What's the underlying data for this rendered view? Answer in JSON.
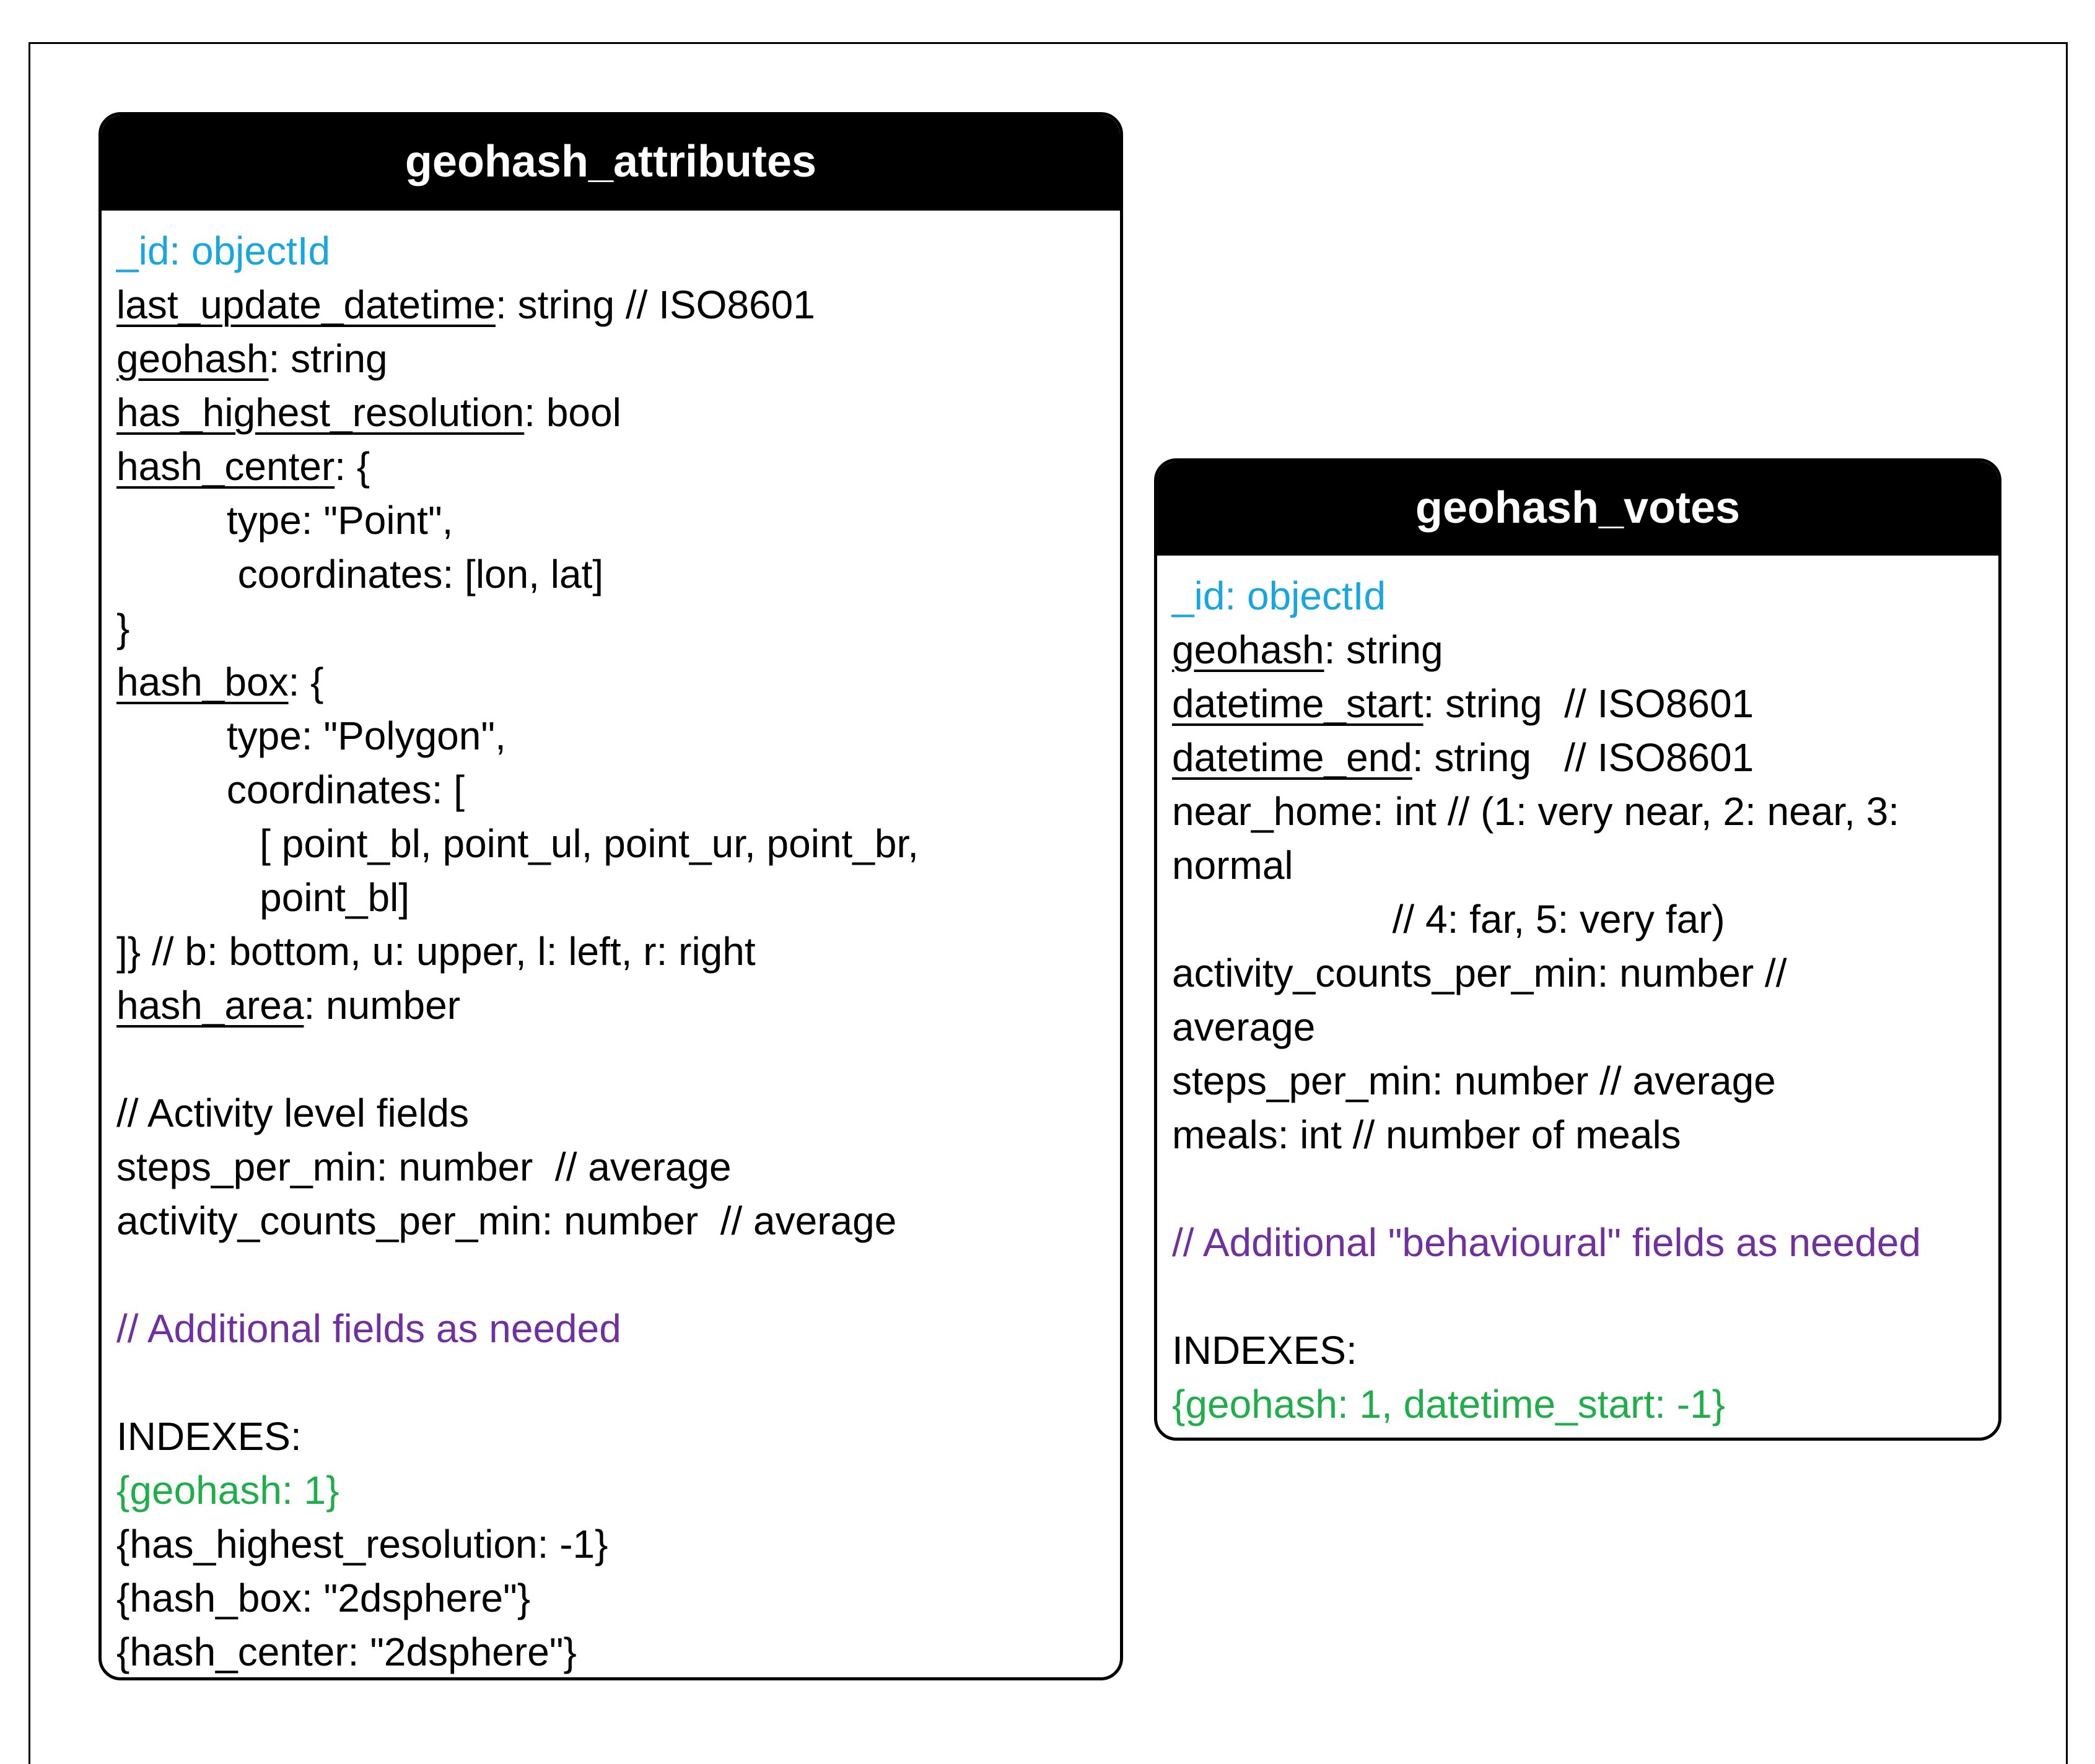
{
  "left_table": {
    "title": "geohash_attributes",
    "lines": [
      {
        "type": "plain",
        "color": "blue",
        "text": "_id: objectId"
      },
      {
        "type": "field",
        "name": "last_update_datetime",
        "rest": ": string // ISO8601"
      },
      {
        "type": "field",
        "name": "geohash",
        "rest": ": string"
      },
      {
        "type": "field",
        "name": "has_highest_resolution",
        "rest": ": bool"
      },
      {
        "type": "field",
        "name": "hash_center",
        "rest": ": {"
      },
      {
        "type": "plain",
        "text": "          type: \"Point\","
      },
      {
        "type": "plain",
        "text": "           coordinates: [lon, lat]"
      },
      {
        "type": "plain",
        "text": "}"
      },
      {
        "type": "field",
        "name": "hash_box",
        "rest": ": {"
      },
      {
        "type": "plain",
        "text": "          type: \"Polygon\","
      },
      {
        "type": "plain",
        "text": "          coordinates: ["
      },
      {
        "type": "plain",
        "text": "             [ point_bl, point_ul, point_ur, point_br,"
      },
      {
        "type": "plain",
        "text": "             point_bl]"
      },
      {
        "type": "plain",
        "text": "]} // b: bottom, u: upper, l: left, r: right"
      },
      {
        "type": "field",
        "name": "hash_area",
        "rest": ": number"
      },
      {
        "type": "blank"
      },
      {
        "type": "plain",
        "text": "// Activity level fields"
      },
      {
        "type": "plain",
        "text": "steps_per_min: number  // average"
      },
      {
        "type": "plain",
        "text": "activity_counts_per_min: number  // average"
      },
      {
        "type": "blank"
      },
      {
        "type": "plain",
        "color": "purple",
        "text": "// Additional fields as needed"
      },
      {
        "type": "blank"
      },
      {
        "type": "plain",
        "text": "INDEXES:"
      },
      {
        "type": "plain",
        "color": "green",
        "text": "{geohash: 1}"
      },
      {
        "type": "plain",
        "text": "{has_highest_resolution: -1}"
      },
      {
        "type": "plain",
        "text": "{hash_box: \"2dsphere\"}"
      },
      {
        "type": "plain",
        "text": "{hash_center: \"2dsphere\"}"
      }
    ]
  },
  "right_table": {
    "title": "geohash_votes",
    "lines": [
      {
        "type": "plain",
        "color": "blue",
        "text": "_id: objectId"
      },
      {
        "type": "field",
        "name": "geohash",
        "rest": ": string"
      },
      {
        "type": "field",
        "name": "datetime_start",
        "rest": ": string  // ISO8601"
      },
      {
        "type": "field",
        "name": "datetime_end",
        "rest": ": string   // ISO8601"
      },
      {
        "type": "plain",
        "text": "near_home: int // (1: very near, 2: near, 3:"
      },
      {
        "type": "plain",
        "text": "normal"
      },
      {
        "type": "plain",
        "text": "                    // 4: far, 5: very far)"
      },
      {
        "type": "plain",
        "text": "activity_counts_per_min: number //"
      },
      {
        "type": "plain",
        "text": "average"
      },
      {
        "type": "plain",
        "text": "steps_per_min: number // average"
      },
      {
        "type": "plain",
        "text": "meals: int // number of meals"
      },
      {
        "type": "blank"
      },
      {
        "type": "plain",
        "color": "purple",
        "text": "// Additional \"behavioural\" fields as needed"
      },
      {
        "type": "blank"
      },
      {
        "type": "plain",
        "text": "INDEXES:"
      },
      {
        "type": "plain",
        "color": "green",
        "text": "{geohash: 1, datetime_start: -1}"
      }
    ]
  }
}
